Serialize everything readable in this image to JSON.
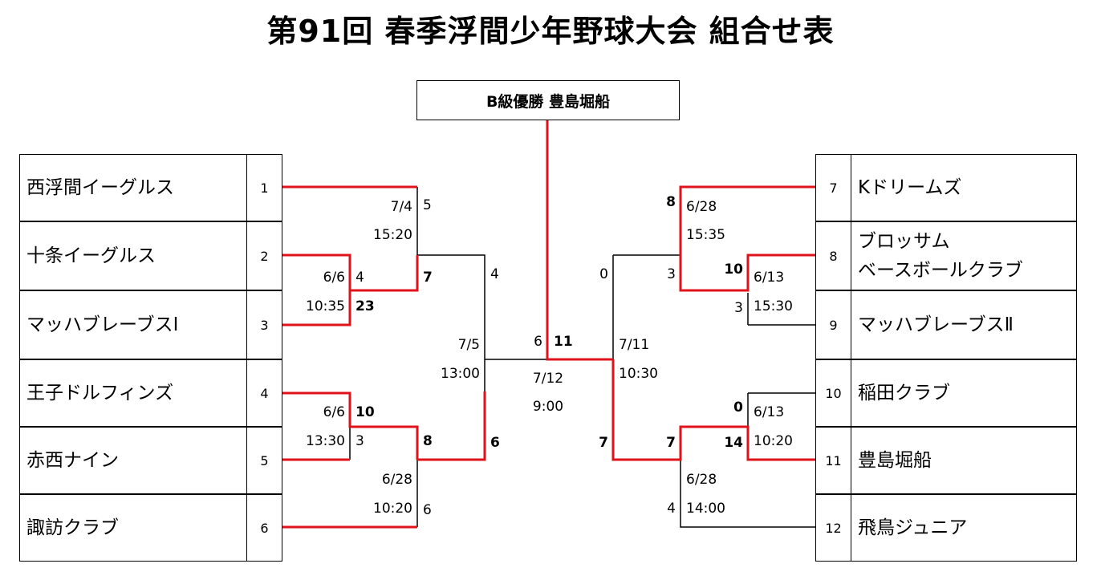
{
  "title": "第91回 春季浮間少年野球大会 組合せ表",
  "champion": "B級優勝 豊島堀船",
  "colors": {
    "win_line": "#e0131b",
    "line": "#000000"
  },
  "teams_left": [
    {
      "seed": "1",
      "name": "西浮間イーグルス"
    },
    {
      "seed": "2",
      "name": "十条イーグルス"
    },
    {
      "seed": "3",
      "name": "マッハブレーブスⅠ"
    },
    {
      "seed": "4",
      "name": "王子ドルフィンズ"
    },
    {
      "seed": "5",
      "name": "赤西ナイン"
    },
    {
      "seed": "6",
      "name": "諏訪クラブ"
    }
  ],
  "teams_right": [
    {
      "seed": "7",
      "name": "Kドリームズ"
    },
    {
      "seed": "8",
      "name": "ブロッサム",
      "name2": "ベースボールクラブ"
    },
    {
      "seed": "9",
      "name": "マッハブレーブスⅡ"
    },
    {
      "seed": "10",
      "name": "稲田クラブ"
    },
    {
      "seed": "11",
      "name": "豊島堀船"
    },
    {
      "seed": "12",
      "name": "飛鳥ジュニア"
    }
  ],
  "games": {
    "g_2v3": {
      "date": "6/6",
      "time": "10:35",
      "score_a": "4",
      "score_b": "23"
    },
    "g_4v5": {
      "date": "6/6",
      "time": "13:30",
      "score_a": "10",
      "score_b": "3"
    },
    "g_1vw": {
      "date": "7/4",
      "time": "15:20",
      "score_a": "5",
      "score_b": "7"
    },
    "g_6vw": {
      "date": "6/28",
      "time": "10:20",
      "score_a": "8",
      "score_b": "6"
    },
    "g_lsemi": {
      "date": "7/5",
      "time": "13:00",
      "score_a": "4",
      "score_b": "6"
    },
    "g_8v9": {
      "date": "6/13",
      "time": "15:30",
      "score_a": "10",
      "score_b": "3"
    },
    "g_10v11": {
      "date": "6/13",
      "time": "10:20",
      "score_a": "0",
      "score_b": "14"
    },
    "g_7vw": {
      "date": "6/28",
      "time": "15:35",
      "score_a": "8",
      "score_b": "3"
    },
    "g_12vw": {
      "date": "6/28",
      "time": "14:00",
      "score_a": "7",
      "score_b": "4"
    },
    "g_rsemi": {
      "date": "7/11",
      "time": "10:30",
      "score_a": "0",
      "score_b": "7"
    },
    "g_final": {
      "date": "7/12",
      "time": "9:00",
      "score_a": "6",
      "score_b": "11"
    }
  }
}
